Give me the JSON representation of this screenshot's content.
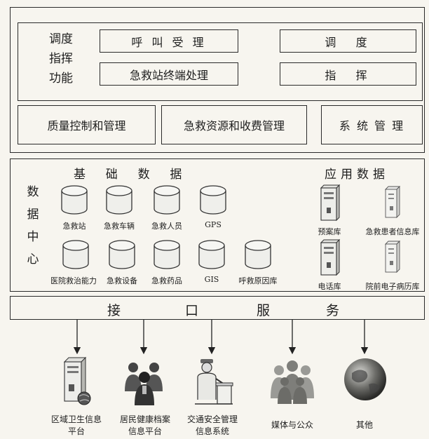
{
  "dispatch": {
    "label_lines": [
      "调度",
      "指挥",
      "功能"
    ],
    "call_accept": "呼 叫 受 理",
    "station_terminal": "急救站终端处理",
    "dispatch": "调  度",
    "command": "指  挥"
  },
  "management": {
    "quality": "质量控制和管理",
    "resources": "急救资源和收费管理",
    "system": "系 统 管 理"
  },
  "data_center": {
    "label_chars": [
      "数",
      "据",
      "中",
      "心"
    ],
    "basic_title": "基  础  数  据",
    "app_title": "应用数据",
    "basic_row1": [
      "急救站",
      "急救车辆",
      "急救人员",
      "GPS"
    ],
    "basic_row2": [
      "医院救治能力",
      "急救设备",
      "急救药品",
      "GIS",
      "呼救原因库"
    ],
    "app_row1": [
      "预案库",
      "急救患者信息库"
    ],
    "app_row2": [
      "电话库",
      "院前电子病历库"
    ]
  },
  "interface": {
    "chars": [
      "接",
      "口",
      "服",
      "务"
    ]
  },
  "targets": [
    {
      "lines": [
        "区域卫生信息",
        "平台"
      ],
      "icon": "server-globe-icon"
    },
    {
      "lines": [
        "居民健康档案",
        "信息平台"
      ],
      "icon": "people-group-icon"
    },
    {
      "lines": [
        "交通安全管理",
        "信息系统"
      ],
      "icon": "traffic-officer-icon"
    },
    {
      "lines": [
        "媒体与公众"
      ],
      "icon": "crowd-icon"
    },
    {
      "lines": [
        "其他"
      ],
      "icon": "globe-icon"
    }
  ]
}
